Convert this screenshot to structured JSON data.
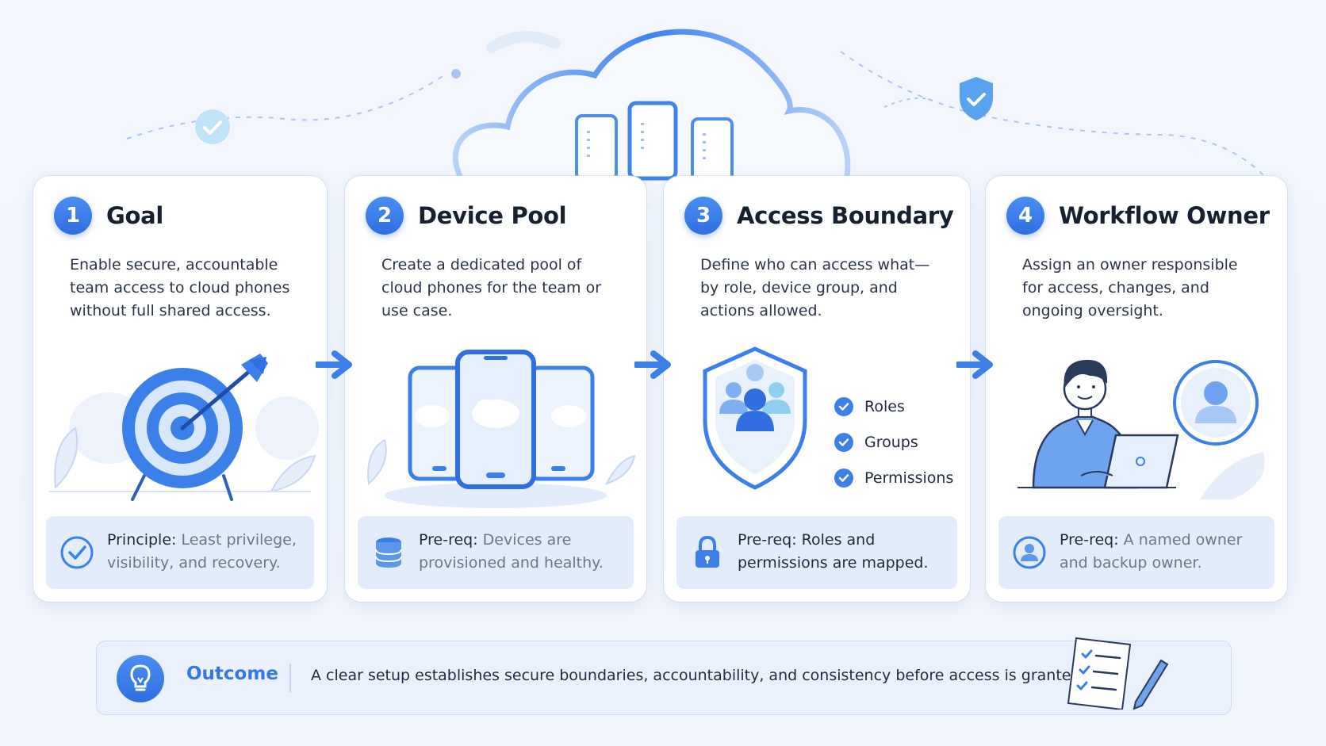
{
  "colors": {
    "accent": "#3b7fe9",
    "accent_dark": "#2f6fe0",
    "soft": "#e3ecfb",
    "text": "#1f2a3d"
  },
  "steps": [
    {
      "number": "1",
      "title": "Goal",
      "description": "Enable secure, accountable team access to cloud phones without full shared access.",
      "prereq_label": "Principle:",
      "prereq_text": "Least privilege, visibility, and recovery.",
      "icon": "target-icon",
      "prereq_icon": "check-circle-icon"
    },
    {
      "number": "2",
      "title": "Device Pool",
      "description": "Create a dedicated pool of cloud phones for the team or use case.",
      "prereq_label": "Pre-req:",
      "prereq_text": "Devices are provisioned and healthy.",
      "icon": "phones-icon",
      "prereq_icon": "database-icon"
    },
    {
      "number": "3",
      "title": "Access Boundary",
      "description": "Define who can access what—by role, device group, and actions allowed.",
      "prereq_label": "Pre-req:",
      "prereq_text": "Roles and permissions are mapped.",
      "icon": "shield-users-icon",
      "prereq_icon": "lock-icon",
      "checklist": [
        "Roles",
        "Groups",
        "Permissions"
      ]
    },
    {
      "number": "4",
      "title": "Workflow Owner",
      "description": "Assign an owner responsible for access, changes, and ongoing oversight.",
      "prereq_label": "Pre-req:",
      "prereq_text": "A named owner and backup owner.",
      "icon": "person-laptop-icon",
      "prereq_icon": "user-circle-icon"
    }
  ],
  "outcome": {
    "title": "Outcome",
    "text": "A clear setup establishes secure boundaries, accountability, and consistency before access is granted.",
    "icon": "lightbulb-icon"
  }
}
